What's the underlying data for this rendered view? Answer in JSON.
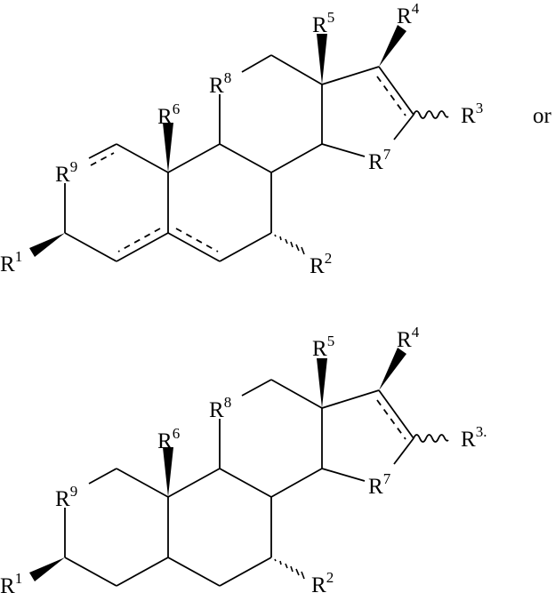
{
  "figure": {
    "description": "Two steroid-like tetracyclic structures with substituents R1-R9",
    "connector": "or",
    "structures": [
      {
        "id": "structure-top",
        "labels": {
          "R1": {
            "base": "R",
            "sup": "1"
          },
          "R2": {
            "base": "R",
            "sup": "2"
          },
          "R3": {
            "base": "R",
            "sup": "3"
          },
          "R4": {
            "base": "R",
            "sup": "4"
          },
          "R5": {
            "base": "R",
            "sup": "5"
          },
          "R6": {
            "base": "R",
            "sup": "6"
          },
          "R7": {
            "base": "R",
            "sup": "7"
          },
          "R8": {
            "base": "R",
            "sup": "8"
          },
          "R9": {
            "base": "R",
            "sup": "9"
          }
        },
        "trailing": "or"
      },
      {
        "id": "structure-bottom",
        "labels": {
          "R1": {
            "base": "R",
            "sup": "1"
          },
          "R2": {
            "base": "R",
            "sup": "2"
          },
          "R3": {
            "base": "R",
            "sup": "3."
          },
          "R4": {
            "base": "R",
            "sup": "4"
          },
          "R5": {
            "base": "R",
            "sup": "5"
          },
          "R6": {
            "base": "R",
            "sup": "6"
          },
          "R7": {
            "base": "R",
            "sup": "7"
          },
          "R8": {
            "base": "R",
            "sup": "8"
          },
          "R9": {
            "base": "R",
            "sup": "9"
          }
        }
      }
    ]
  }
}
